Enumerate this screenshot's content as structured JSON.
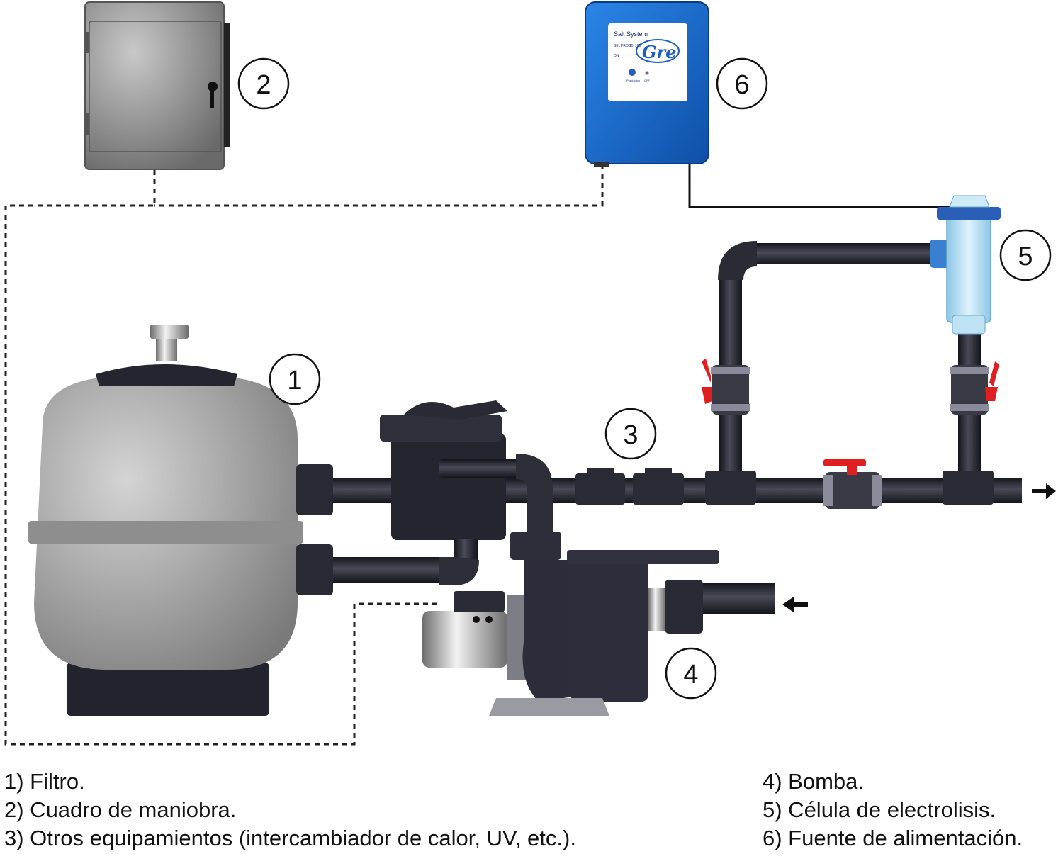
{
  "callouts": [
    "1",
    "2",
    "3",
    "4",
    "5",
    "6"
  ],
  "device": {
    "title": "Salt System",
    "brand": "Gre",
    "button_label": "Production",
    "led_label": "OFF",
    "panel_text": [
      "SEL",
      "PROD",
      "75",
      "100",
      "ON"
    ]
  },
  "legend_left": [
    "1) Filtro.",
    "2) Cuadro de maniobra.",
    "3) Otros equipamientos (intercambiador de calor, UV, etc.)."
  ],
  "legend_right": [
    "4) Bomba.",
    "5) Célula de electrolisis.",
    "6) Fuente de alimentación."
  ],
  "colors": {
    "pipe": "#24242e",
    "filter_body": "#9a9a9a",
    "device_blue": "#1a6fd0",
    "cabinet": "#8a8a8a",
    "valve_handle": "#e02020",
    "cell": "#bfe3f5"
  }
}
